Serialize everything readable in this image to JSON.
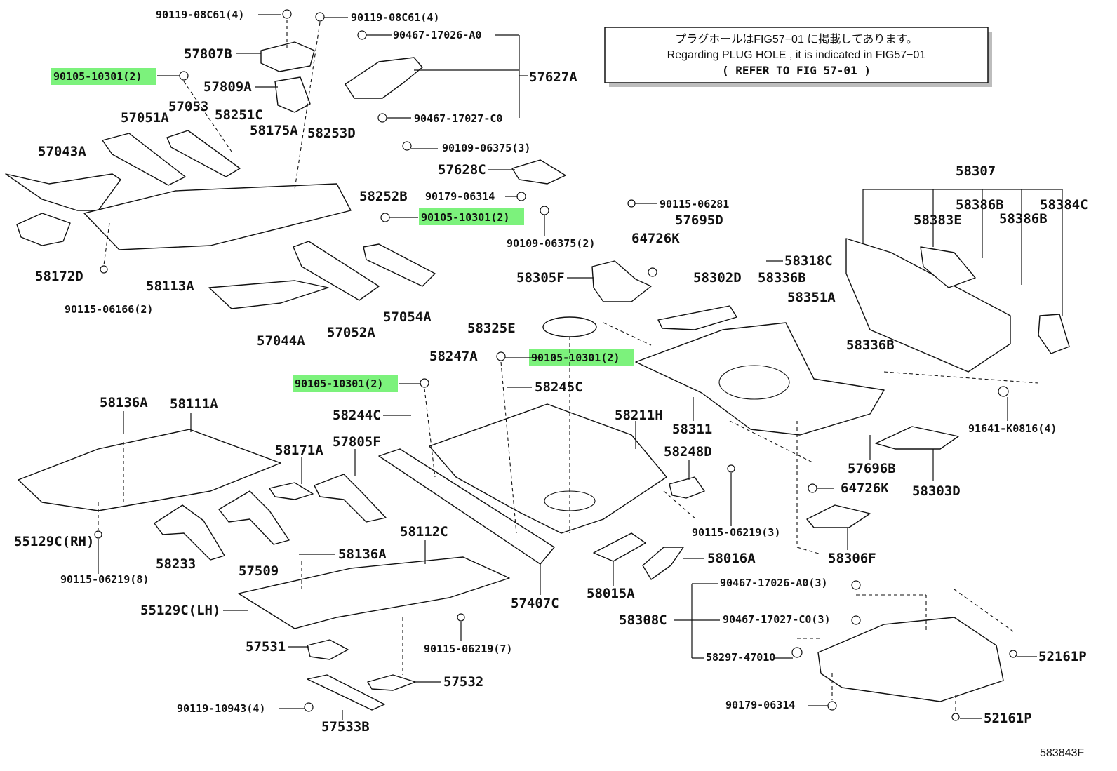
{
  "note": {
    "line1": "プラグホールはFIG57−01 に掲載してあります。",
    "line2": "Regarding PLUG HOLE , it is indicated in FIG57−01",
    "line3": "( REFER TO FIG 57-01 )"
  },
  "figure_code": "583843F",
  "labels": {
    "l_90119_08C61_a": "90119-08C61(4)",
    "l_90119_08C61_b": "90119-08C61(4)",
    "l_90467_17026_A0": "90467-17026-A0",
    "l_57807B": "57807B",
    "l_90105_10301_a": "90105-10301(2)",
    "l_57809A": "57809A",
    "l_57627A": "57627A",
    "l_57053": "57053",
    "l_57051A": "57051A",
    "l_58251C": "58251C",
    "l_58175A": "58175A",
    "l_58253D": "58253D",
    "l_90467_17027_C0": "90467-17027-C0",
    "l_57043A": "57043A",
    "l_90109_06375_3": "90109-06375(3)",
    "l_57628C": "57628C",
    "l_90179_06314_a": "90179-06314",
    "l_58252B": "58252B",
    "l_90105_10301_b": "90105-10301(2)",
    "l_90109_06375_2": "90109-06375(2)",
    "l_58307": "58307",
    "l_90115_06281": "90115-06281",
    "l_58386B_a": "58386B",
    "l_58384C": "58384C",
    "l_57695D": "57695D",
    "l_58383E": "58383E",
    "l_58386B_b": "58386B",
    "l_64726K_a": "64726K",
    "l_58172D": "58172D",
    "l_58113A": "58113A",
    "l_58318C": "58318C",
    "l_58305F": "58305F",
    "l_58302D": "58302D",
    "l_58336B_a": "58336B",
    "l_90115_06166": "90115-06166(2)",
    "l_58351A": "58351A",
    "l_57054A": "57054A",
    "l_58325E": "58325E",
    "l_57052A": "57052A",
    "l_57044A": "57044A",
    "l_58336B_b": "58336B",
    "l_58247A": "58247A",
    "l_90105_10301_c": "90105-10301(2)",
    "l_90105_10301_d": "90105-10301(2)",
    "l_58245C": "58245C",
    "l_58136A_a": "58136A",
    "l_58111A": "58111A",
    "l_58244C": "58244C",
    "l_58211H": "58211H",
    "l_58311": "58311",
    "l_91641_K0816": "91641-K0816(4)",
    "l_57805F": "57805F",
    "l_58171A": "58171A",
    "l_58248D": "58248D",
    "l_57696B": "57696B",
    "l_64726K_b": "64726K",
    "l_58303D": "58303D",
    "l_55129C_RH": "55129C(RH)",
    "l_58112C": "58112C",
    "l_90115_06219_3": "90115-06219(3)",
    "l_58233": "58233",
    "l_58136A_b": "58136A",
    "l_58016A": "58016A",
    "l_58306F": "58306F",
    "l_57509": "57509",
    "l_90115_06219_8": "90115-06219(8)",
    "l_90467_17026_A0_3": "90467-17026-A0(3)",
    "l_55129C_LH": "55129C(LH)",
    "l_57407C": "57407C",
    "l_58015A": "58015A",
    "l_58308C": "58308C",
    "l_90467_17027_C0_3": "90467-17027-C0(3)",
    "l_57531": "57531",
    "l_90115_06219_7": "90115-06219(7)",
    "l_52161P_a": "52161P",
    "l_58297_47010": "58297-47010",
    "l_57532": "57532",
    "l_90119_10943": "90119-10943(4)",
    "l_90179_06314_b": "90179-06314",
    "l_57533B": "57533B",
    "l_52161P_b": "52161P"
  },
  "highlight_color": "#7cf27c"
}
